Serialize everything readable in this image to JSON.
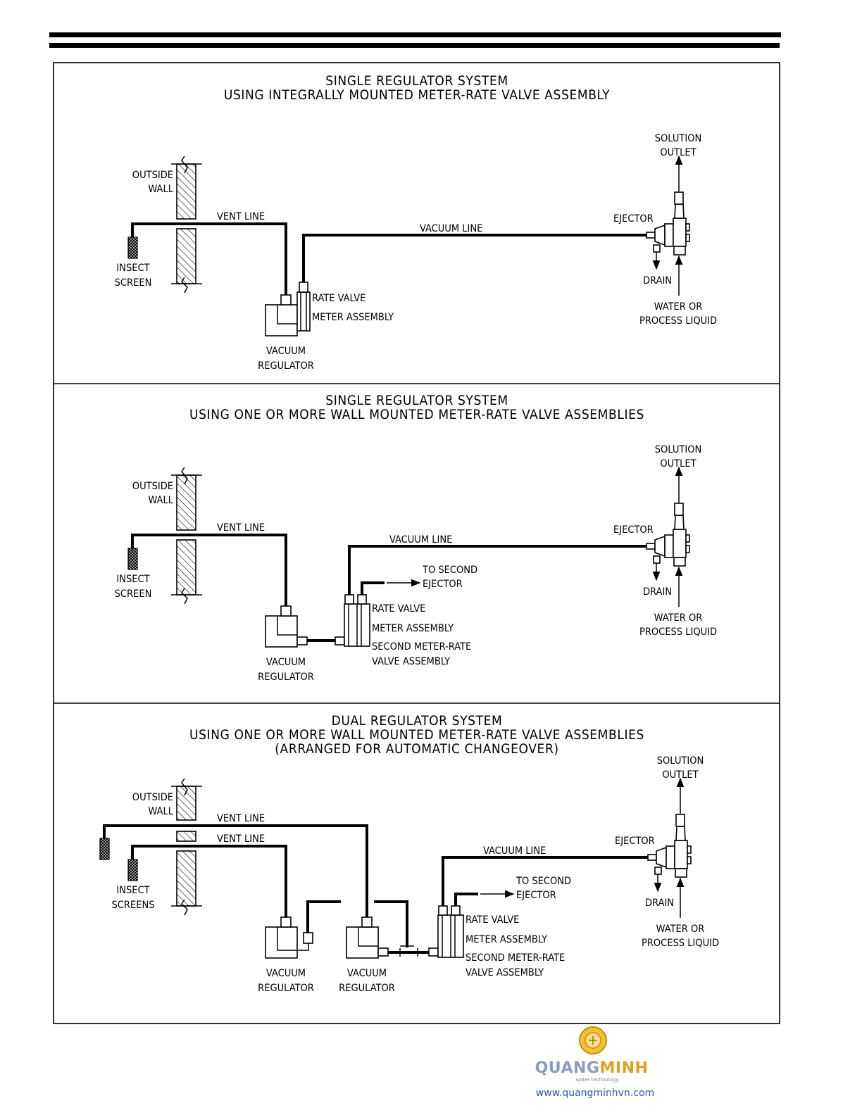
{
  "panels": [
    {
      "title_line1": "SINGLE REGULATOR SYSTEM",
      "title_line2": "USING INTEGRALLY MOUNTED METER-RATE VALVE ASSEMBLY",
      "outside_wall": [
        "OUTSIDE",
        "WALL"
      ],
      "vent_line": "VENT LINE",
      "insect_screen": [
        "INSECT",
        "SCREEN"
      ],
      "vacuum_line": "VACUUM LINE",
      "rate_valve": "RATE VALVE",
      "meter_assembly": "METER ASSEMBLY",
      "vacuum_regulator": [
        "VACUUM",
        "REGULATOR"
      ],
      "solution_outlet": [
        "SOLUTION",
        "OUTLET"
      ],
      "ejector": "EJECTOR",
      "drain": "DRAIN",
      "water": [
        "WATER OR",
        "PROCESS LIQUID"
      ]
    },
    {
      "title_line1": "SINGLE REGULATOR SYSTEM",
      "title_line2": "USING ONE OR MORE WALL MOUNTED METER-RATE VALVE ASSEMBLIES",
      "outside_wall": [
        "OUTSIDE",
        "WALL"
      ],
      "vent_line": "VENT LINE",
      "insect_screen": [
        "INSECT",
        "SCREEN"
      ],
      "vacuum_line": "VACUUM LINE",
      "to_second_ejector": [
        "TO SECOND",
        "EJECTOR"
      ],
      "rate_valve": "RATE VALVE",
      "meter_assembly": "METER ASSEMBLY",
      "second_meter_rate": [
        "SECOND METER-RATE",
        "VALVE ASSEMBLY"
      ],
      "vacuum_regulator": [
        "VACUUM",
        "REGULATOR"
      ],
      "solution_outlet": [
        "SOLUTION",
        "OUTLET"
      ],
      "ejector": "EJECTOR",
      "drain": "DRAIN",
      "water": [
        "WATER OR",
        "PROCESS LIQUID"
      ]
    },
    {
      "title_line1": "DUAL REGULATOR SYSTEM",
      "title_line2": "USING ONE OR MORE WALL MOUNTED METER-RATE VALVE ASSEMBLIES",
      "title_line3": "(ARRANGED FOR AUTOMATIC CHANGEOVER)",
      "outside_wall": [
        "OUTSIDE",
        "WALL"
      ],
      "vent_line_1": "VENT LINE",
      "vent_line_2": "VENT LINE",
      "insect_screens": [
        "INSECT",
        "SCREENS"
      ],
      "vacuum_line": "VACUUM LINE",
      "to_second_ejector": [
        "TO SECOND",
        "EJECTOR"
      ],
      "rate_valve": "RATE VALVE",
      "meter_assembly": "METER ASSEMBLY",
      "second_meter_rate": [
        "SECOND METER-RATE",
        "VALVE ASSEMBLY"
      ],
      "vacuum_regulator_1": [
        "VACUUM",
        "REGULATOR"
      ],
      "vacuum_regulator_2": [
        "VACUUM",
        "REGULATOR"
      ],
      "solution_outlet": [
        "SOLUTION",
        "OUTLET"
      ],
      "ejector": "EJECTOR",
      "drain": "DRAIN",
      "water": [
        "WATER OR",
        "PROCESS LIQUID"
      ]
    }
  ],
  "watermark": {
    "brand_part1": "QUANG",
    "brand_part2": "MINH",
    "tagline": "water technology",
    "url": "www.quangminhvn.com",
    "brand_color_1": "#8a9cc0",
    "brand_color_2": "#e0a21b"
  }
}
